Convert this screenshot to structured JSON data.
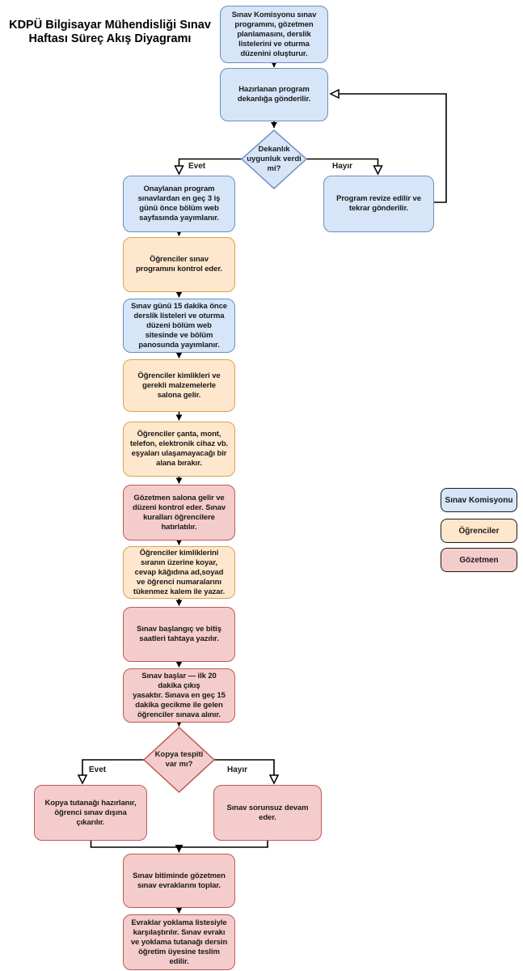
{
  "title": "KDPÜ Bilgisayar Mühendisliği Sınav\nHaftası Süreç Akış Diyagramı",
  "colors": {
    "commission_fill": "#d6e5f7",
    "commission_border": "#6c8ebf",
    "students_fill": "#ffe7cd",
    "students_border": "#d8a44b",
    "proctor_fill": "#f4cccb",
    "proctor_border": "#bc5a56",
    "connector": "#000000"
  },
  "nodes": {
    "create_program": {
      "text": "Sınav Komisyonu sınav\nprogramını, gözetmen\nplanlamasını, derslik\nlistelerini ve oturma\ndüzenini oluşturur."
    },
    "send_dean": {
      "text": "Hazırlanan program\ndekanlığa gönderilir."
    },
    "dean_decision": {
      "text": "Dekanlık\nuygunluk verdi\nmi?"
    },
    "publish_program": {
      "text": "Onaylanan program\nsınavlardan en geç 3 iş\ngünü önce bölüm web\nsayfasında yayımlanır."
    },
    "revise_program": {
      "text": "Program revize edilir ve\ntekrar gönderilir."
    },
    "students_check": {
      "text": "Öğrenciler sınav\nprogramını kontrol eder."
    },
    "publish_lists": {
      "text": "Sınav günü 15 dakika önce\nderslik listeleri ve oturma\ndüzeni bölüm web\nsitesinde ve bölüm\npanosunda yayımlanır."
    },
    "students_arrive": {
      "text": "Öğrenciler kimlikleri ve\ngerekli malzemelerle\nsalona gelir."
    },
    "students_items": {
      "text": "Öğrenciler çanta, mont,\ntelefon, elektronik cihaz vb.\neşyaları ulaşamayacağı bir\nalana bırakır."
    },
    "proctor_arrives": {
      "text": "Gözetmen salona gelir ve\ndüzeni kontrol eder. Sınav\nkuralları öğrencilere\nhatırlatılır."
    },
    "students_ids": {
      "text": "Öğrenciler kimliklerini\nsıranın üzerine koyar,\ncevap kâğıdına ad,soyad\nve öğrenci numaralarını\ntükenmez kalem ile yazar."
    },
    "exam_times": {
      "text": "Sınav başlangıç ve bitiş\nsaatleri tahtaya yazılır."
    },
    "exam_starts": {
      "text": "Sınav başlar — ilk 20\ndakika çıkış\nyasaktır. Sınava en geç 15\ndakika gecikme ile gelen\nöğrenciler sınava alınır."
    },
    "cheat_decision": {
      "text": "Kopya tespiti\nvar mı?"
    },
    "cheat_report": {
      "text": "Kopya tutanağı hazırlanır,\nöğrenci sınav dışına\nçıkarılır."
    },
    "exam_continues": {
      "text": "Sınav sorunsuz devam\neder."
    },
    "collect_papers": {
      "text": "Sınav bitiminde gözetmen\nsınav evraklarını toplar."
    },
    "deliver_papers": {
      "text": "Evraklar yoklama listesiyle\nkarşılaştırılır. Sınav evrakı\nve yoklama tutanağı dersin\nöğretim üyesine teslim\nedilir."
    }
  },
  "branch_labels": {
    "dean_yes": "Evet",
    "dean_no": "Hayır",
    "cheat_yes": "Evet",
    "cheat_no": "Hayır"
  },
  "legend": {
    "items": [
      {
        "label": "Sınav Komisyonu",
        "color": "#d6e5f7"
      },
      {
        "label": "Öğrenciler",
        "color": "#ffe7cd"
      },
      {
        "label": "Gözetmen",
        "color": "#f4cccb"
      }
    ]
  }
}
